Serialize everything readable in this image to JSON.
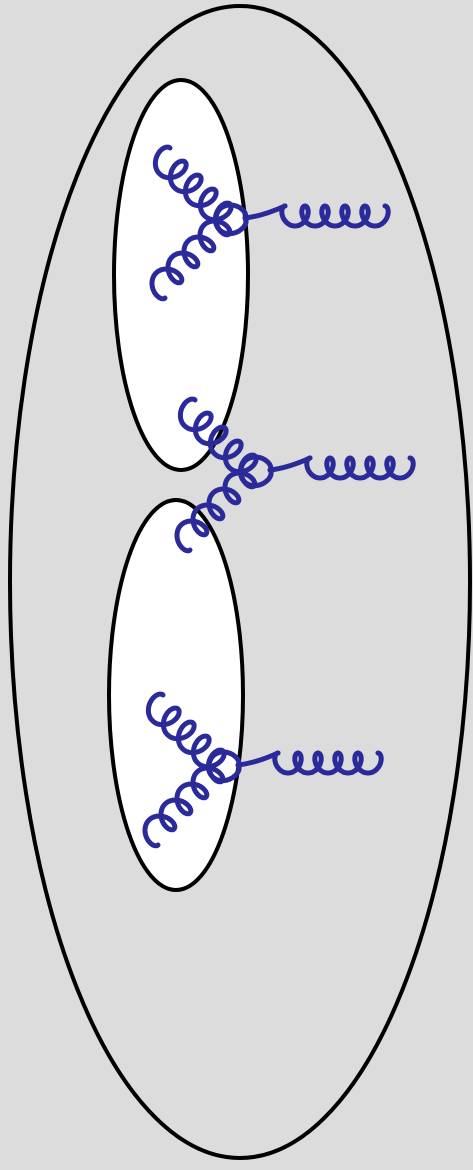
{
  "diagram": {
    "background_color": "#dcdcdc",
    "outline_color": "#000000",
    "inner_fill_color": "#ffffff",
    "helix_color": "#2a2a9a",
    "helix_count": 3,
    "helix_arm_count": 3,
    "helix_icon": "three-armed-coiled-coil-icon",
    "outer_region_icon": "ellipse-icon",
    "inner_region_icon": "ellipse-icon",
    "inner_region_count": 2
  }
}
